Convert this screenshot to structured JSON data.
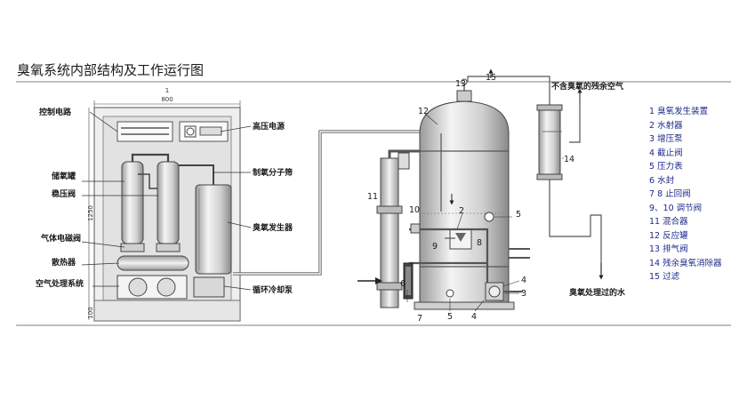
{
  "title": "臭氧系统内部结构及工作运行图",
  "dimensions": {
    "top_index": "1",
    "width": "800",
    "height": "1250",
    "base": "100"
  },
  "left_labels": {
    "control_circuit": "控制电路",
    "oxygen_tank": "储氧罐",
    "pressure_valve": "稳压阀",
    "gas_solenoid": "气体电磁阀",
    "radiator": "散热器",
    "air_treatment": "空气处理系统"
  },
  "right_labels": {
    "hv_power": "高压电源",
    "sieve": "制氧分子筛",
    "ozone_generator": "臭氧发生器",
    "cooling_pump": "循环冷却泵"
  },
  "top_note": "不含臭氧的残余空气",
  "bottom_note": "臭氧处理过的水",
  "numbers": {
    "n13": "13",
    "n15": "15",
    "n12": "12",
    "n14": "14",
    "n11": "11",
    "n10": "10",
    "n2": "2",
    "n5a": "5",
    "n9": "9",
    "n8": "8",
    "n6": "6",
    "n4a": "4",
    "n3": "3",
    "n7": "7",
    "n5b": "5",
    "n4b": "4"
  },
  "legend": [
    "1 臭氧发生装置",
    "2 水射器",
    "3 增压泵",
    "4 截止阀",
    "5 压力表",
    "6 水封",
    "7 8 止回阀",
    "9、10 调节阀",
    "11 混合器",
    "12 反应罐",
    "13 排气阀",
    "14 残余臭氧消除器",
    "15 过滤"
  ]
}
